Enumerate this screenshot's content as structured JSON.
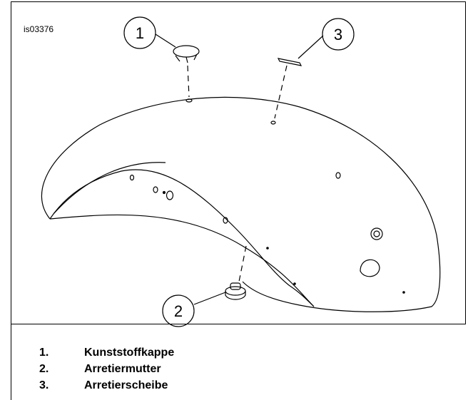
{
  "figure": {
    "id_label": "is03376"
  },
  "callouts": [
    {
      "number": "1"
    },
    {
      "number": "2"
    },
    {
      "number": "3"
    }
  ],
  "legend": [
    {
      "number": "1.",
      "label": "Kunststoffkappe"
    },
    {
      "number": "2.",
      "label": "Arretiermutter"
    },
    {
      "number": "3.",
      "label": "Arretierscheibe"
    }
  ]
}
